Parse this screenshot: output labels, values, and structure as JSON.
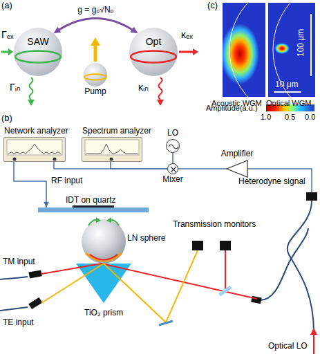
{
  "diagram": {
    "nodes": [
      {
        "text": [
          "SAW"
        ]
      },
      {
        "text": [
          "Pump"
        ]
      },
      {
        "text": [
          "Opt"
        ]
      },
      {
        "text": [
          "Network analyzer"
        ]
      },
      {
        "text": [
          "Spectrum analyzer"
        ]
      },
      {
        "text": [
          "LO"
        ]
      },
      {
        "text": [
          "Mixer"
        ]
      },
      {
        "text": [
          "Amplifier"
        ]
      },
      {
        "text": [
          "IDT on quartz"
        ]
      }
    ],
    "edges": [
      {
        "from": 0,
        "to": 2,
        "arrow": "both",
        "label": "g = g₀√Nₚ"
      },
      {
        "from": 5,
        "to": 6,
        "arrow": "none"
      },
      {
        "from": 7,
        "to": 6,
        "arrow": "none"
      },
      {
        "from": 6,
        "to": 3,
        "arrow": "none"
      },
      {
        "from": 6,
        "to": 4,
        "arrow": "none"
      },
      {
        "from": 3,
        "to": 8,
        "arrow": "to",
        "label": "RF input"
      }
    ],
    "labels": [
      "(a)",
      "Γₑₓ",
      "Γᵢₙ",
      "κₑₓ",
      "κᵢₙ",
      "(c)",
      "100 μm",
      "10 μm",
      "Acoustic WGM",
      "Optical WGM",
      "Amplitude(a.u.)",
      "1.0",
      "0.5",
      "0.0",
      "(b)",
      "Heterodyne signal",
      "LN sphere",
      "Transmission monitors",
      "TM input",
      "TE input",
      "TiO₂ prism",
      "Optical LO"
    ]
  }
}
